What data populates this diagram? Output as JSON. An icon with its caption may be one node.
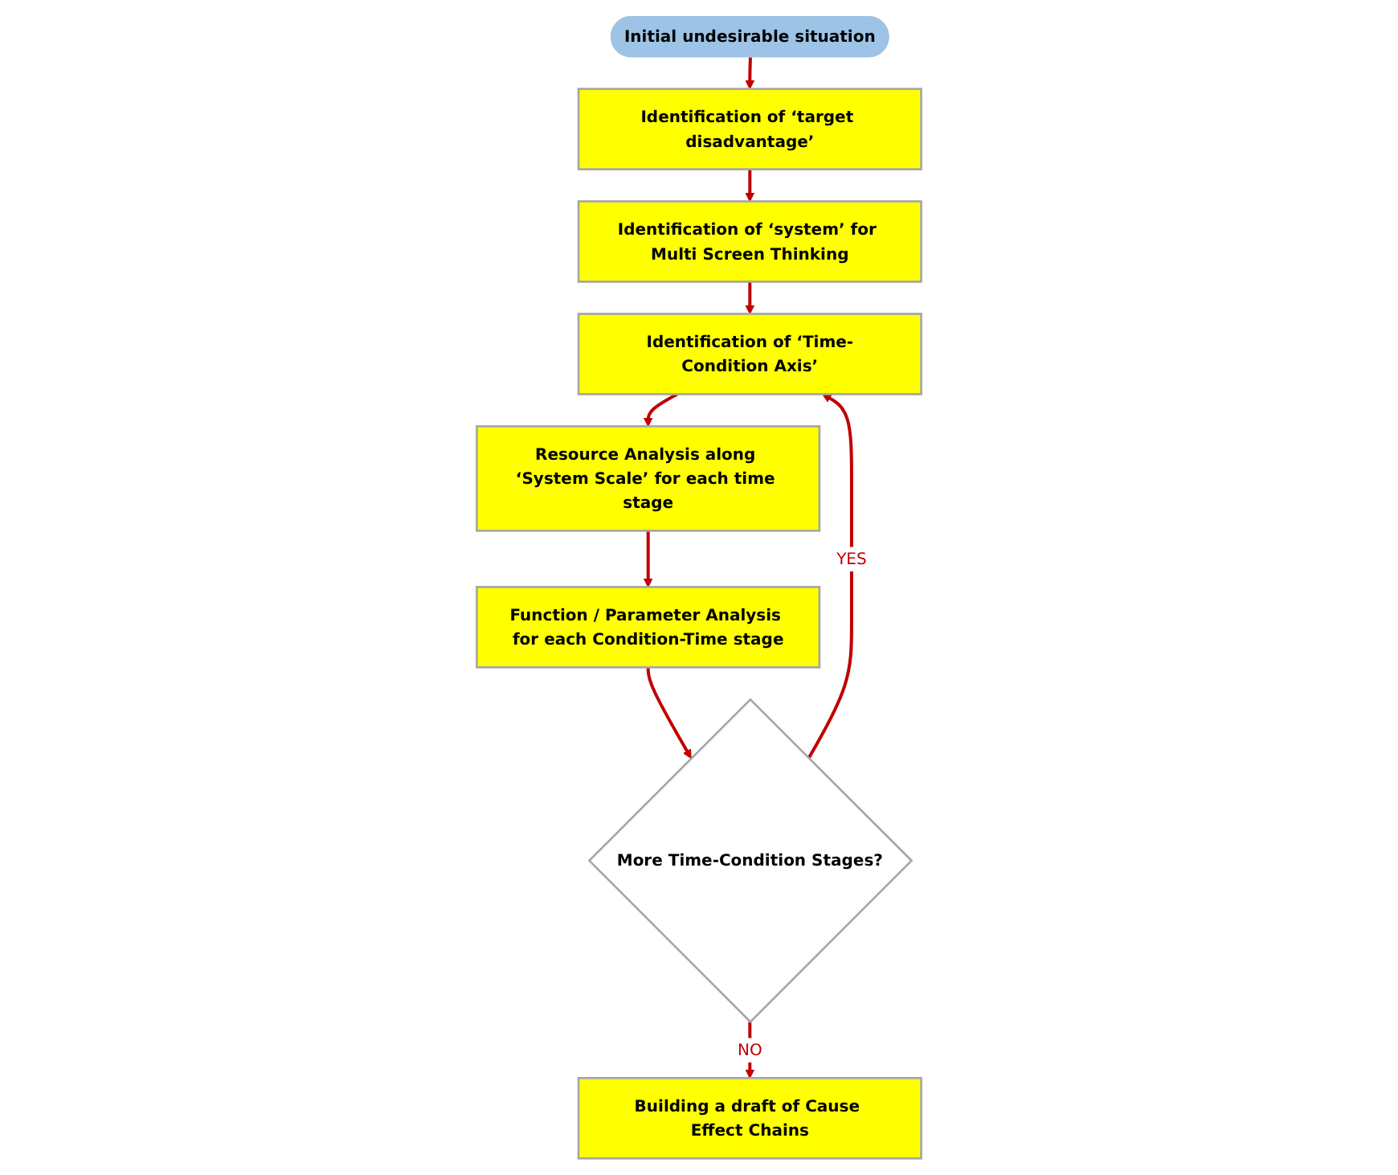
{
  "diagram": {
    "nodes": [
      {
        "text": [
          "Initial undesirable situation"
        ]
      },
      {
        "text": [
          "Identification of ‘target disadvantage’"
        ]
      },
      {
        "text": [
          "Identification of ‘system’ for Multi Screen Thinking"
        ]
      },
      {
        "text": [
          "Identification of ‘Time-Condition Axis’"
        ]
      },
      {
        "text": [
          "Resource Analysis along ‘System Scale’ for each time stage"
        ]
      },
      {
        "text": [
          "Function / Parameter Analysis for each Condition-Time stage"
        ]
      },
      {
        "text": [
          "More Time-Condition Stages?"
        ]
      },
      {
        "text": [
          "Building a draft of Cause Effect Chains"
        ]
      }
    ],
    "edges": [
      {
        "from": 0,
        "to": 1,
        "arrow": "to"
      },
      {
        "from": 1,
        "to": 2,
        "arrow": "to"
      },
      {
        "from": 2,
        "to": 3,
        "arrow": "to"
      },
      {
        "from": 3,
        "to": 4,
        "arrow": "to"
      },
      {
        "from": 4,
        "to": 5,
        "arrow": "to"
      },
      {
        "from": 5,
        "to": 6,
        "arrow": "to"
      },
      {
        "from": 6,
        "to": 3,
        "arrow": "to",
        "label": "YES"
      },
      {
        "from": 6,
        "to": 7,
        "arrow": "to",
        "label": "NO"
      }
    ]
  }
}
